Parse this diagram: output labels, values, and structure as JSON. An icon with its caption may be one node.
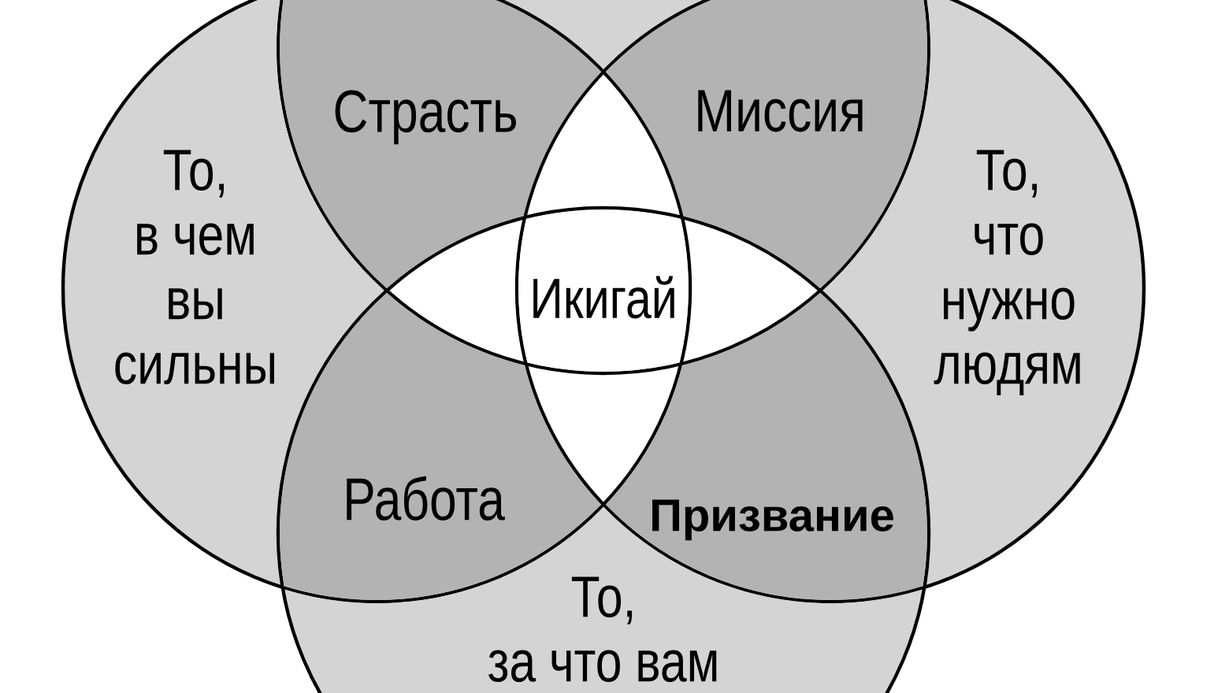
{
  "diagram": {
    "nodes": [
      {
        "text": [],
        "shape": "circle"
      },
      {
        "text": [
          "То, в чем вы сильны"
        ]
      },
      {
        "text": [
          "То, что нужно людям"
        ]
      },
      {
        "text": [
          "То, за что вам"
        ]
      },
      {
        "text": [
          "Страсть"
        ]
      },
      {
        "text": [
          "Миссия"
        ]
      },
      {
        "text": [
          "Икигай"
        ]
      },
      {
        "text": [
          "Работа"
        ]
      },
      {
        "text": [
          "Призвание"
        ]
      }
    ]
  }
}
